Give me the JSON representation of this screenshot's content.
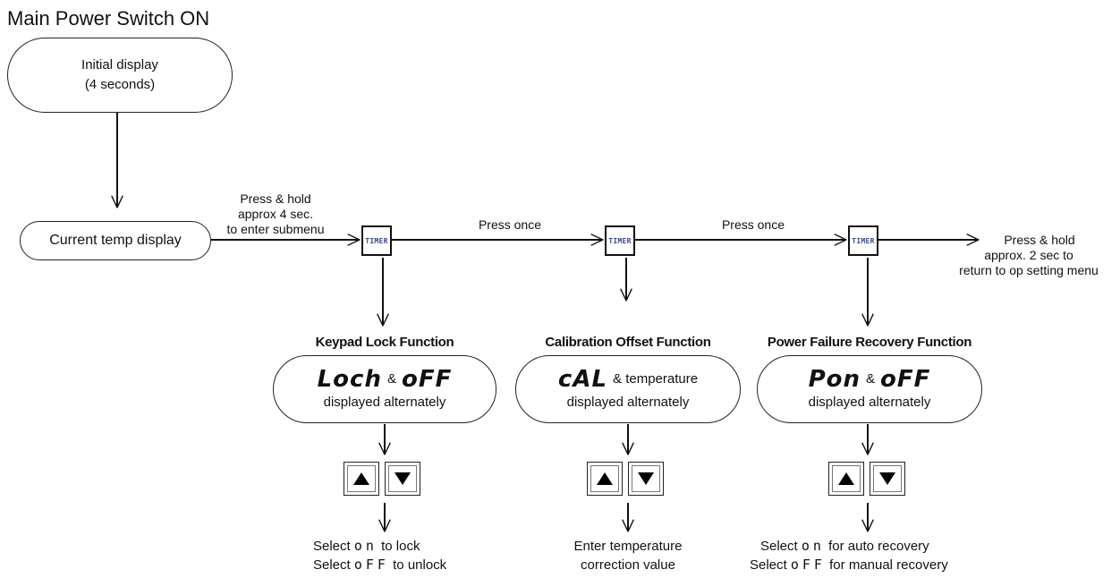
{
  "title": "Main Power Switch ON",
  "corner_text": "",
  "initial_display": {
    "line1": "Initial display",
    "line2": "(4 seconds)"
  },
  "current_display": "Current temp display",
  "timer_label": "TIMER",
  "edges": {
    "hold_enter": [
      "Press & hold",
      "approx 4 sec.",
      "to enter submenu"
    ],
    "press_once_1": "Press once",
    "press_once_2": "Press once",
    "hold_return": [
      "Press & hold",
      "approx. 2 sec to",
      "return to op setting menu"
    ]
  },
  "functions": [
    {
      "heading": "Keypad Lock Function",
      "code": "Loch",
      "joiner": "&",
      "value": "oFF",
      "line2": "displayed alternately",
      "select": [
        {
          "prefix": "Select",
          "code": "on",
          "text": "to lock"
        },
        {
          "prefix": "Select",
          "code": "oFF",
          "text": "to unlock"
        }
      ]
    },
    {
      "heading": "Calibration Offset Function",
      "code": "cAL",
      "joiner": "& temperature",
      "value": "",
      "line2": "displayed alternately",
      "result": [
        "Enter temperature",
        "correction value"
      ]
    },
    {
      "heading": "Power Failure Recovery Function",
      "code": "Pon",
      "joiner": "&",
      "value": "oFF",
      "line2": "displayed alternately",
      "select": [
        {
          "prefix": "Select",
          "code": "on",
          "text": "for auto recovery"
        },
        {
          "prefix": "Select",
          "code": "oFF",
          "text": "for manual recovery"
        }
      ]
    }
  ],
  "icons": {
    "up": "up-triangle-icon",
    "down": "down-triangle-icon"
  }
}
